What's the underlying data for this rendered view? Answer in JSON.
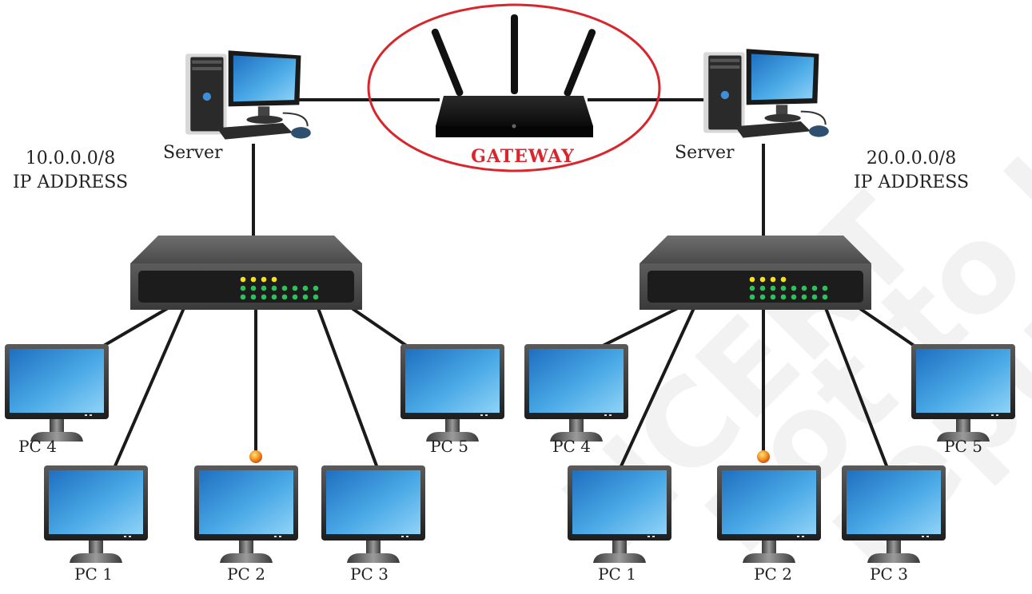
{
  "gateway": {
    "label": "GATEWAY",
    "highlight_color": "#d8262c"
  },
  "networks": [
    {
      "id": "left",
      "server_label": "Server",
      "address": "10.0.0.0/8",
      "address_caption": "IP ADDRESS",
      "pcs": [
        "PC 4",
        "PC 1",
        "PC 2",
        "PC 3",
        "PC 5"
      ]
    },
    {
      "id": "right",
      "server_label": "Server",
      "address": "20.0.0.0/8",
      "address_caption": "IP ADDRESS",
      "pcs": [
        "PC 4",
        "PC 1",
        "PC 2",
        "PC 3",
        "PC 5"
      ]
    }
  ],
  "watermark": "NCERT not to be republished",
  "colors": {
    "line": "#1a1a1a",
    "screen": "#4aa9e6",
    "led_yellow": "#f5e21a",
    "led_green": "#2ec05a",
    "node_dot": "#f08a1c"
  }
}
